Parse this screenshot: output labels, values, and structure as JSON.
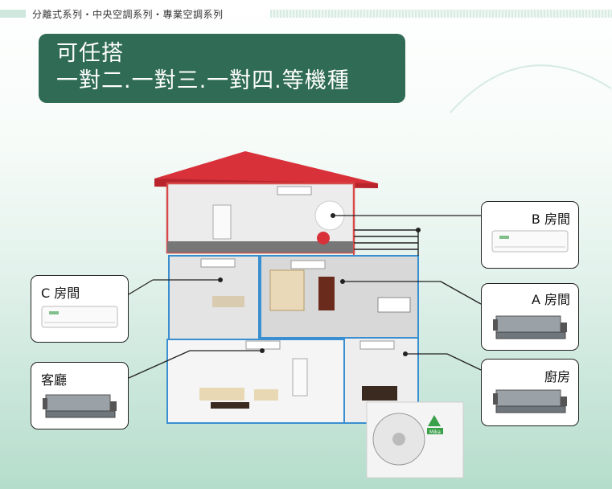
{
  "breadcrumb": "分離式系列・中央空調系列・專業空調系列",
  "headline": {
    "line1": "可任搭",
    "line2": "一對二.一對三.一對四.等機種"
  },
  "rooms": {
    "b_room": "B 房間",
    "a_room": "A 房間",
    "kitchen": "廚房",
    "c_room": "C 房間",
    "living_room": "客廳"
  },
  "outdoor_unit_logo": "Mika",
  "colors": {
    "headline_bg": "#2f6b55",
    "roof": "#d8313a",
    "pipe_blue": "#3a8fd0",
    "pipe_red": "#d84a4a"
  }
}
